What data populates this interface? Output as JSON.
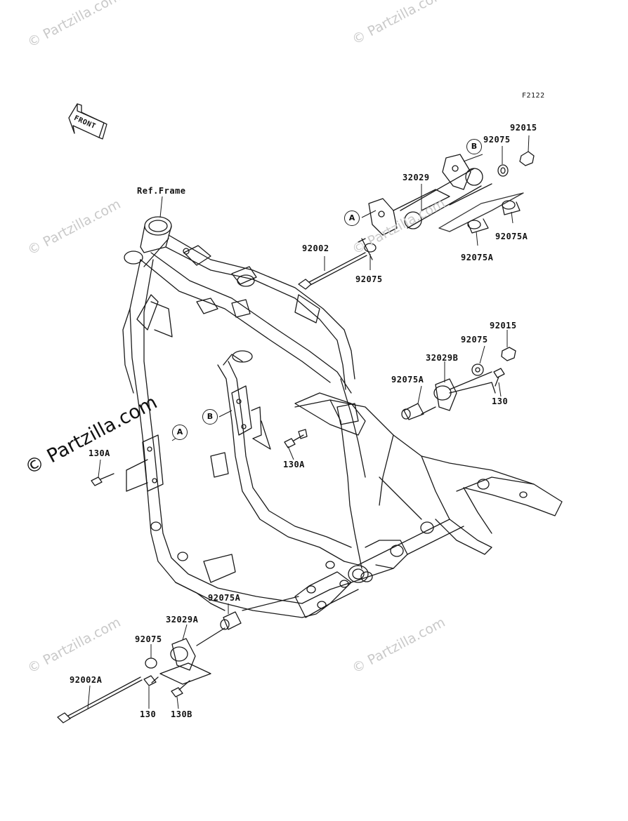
{
  "diagram_code": "F2122",
  "front_arrow": {
    "label": "FRONT"
  },
  "watermarks": {
    "small": "© Partzilla.com",
    "big": "© Partzilla.com"
  },
  "ref_frame": "Ref.Frame",
  "callouts": {
    "a": "A",
    "b": "B"
  },
  "parts": {
    "p92015_top": "92015",
    "p92075_top": "92075",
    "p32029": "32029",
    "p92075A_top_right": "92075A",
    "p92075A_top_left": "92075A",
    "p92002": "92002",
    "p92075_mid": "92075",
    "p92015_mid": "92015",
    "p92075_mid2": "92075",
    "p32029B": "32029B",
    "p92075A_mid": "92075A",
    "p130_mid": "130",
    "p130A_left": "130A",
    "p130A_mid": "130A",
    "p92075A_bot": "92075A",
    "p32029A": "32029A",
    "p92075_bot": "92075",
    "p92002A": "92002A",
    "p130_bot": "130",
    "p130B": "130B"
  }
}
